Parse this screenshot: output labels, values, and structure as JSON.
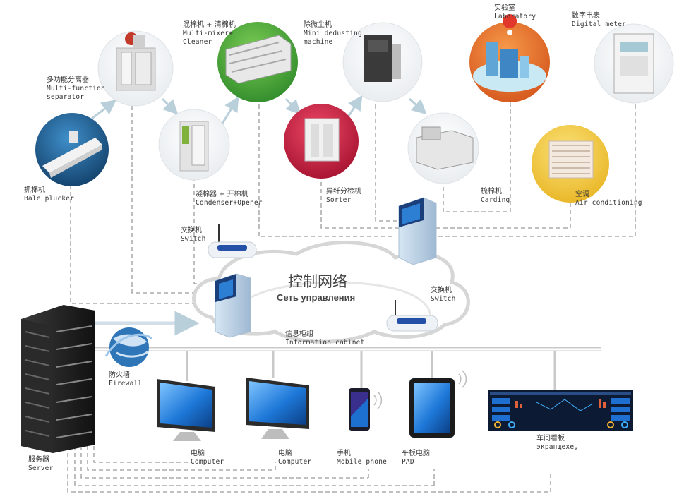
{
  "network": {
    "title_zh": "控制网络",
    "title_ru": "Сеть управления"
  },
  "machines": [
    {
      "id": "bale-plucker",
      "zh": "抓棉机",
      "en": "Bale plucker"
    },
    {
      "id": "multi-function-separator",
      "zh": "多功能分离器",
      "en_lines": [
        "Multi-function",
        "separator"
      ]
    },
    {
      "id": "condenser-opener",
      "zh": "凝棉器 + 开棉机",
      "en": "Condenser+Opener"
    },
    {
      "id": "multi-mixer-cleaner",
      "zh": "混棉机 + 清棉机",
      "en_lines": [
        "Multi-mixer+",
        "Cleaner"
      ]
    },
    {
      "id": "sorter",
      "zh": "异纤分检机",
      "en": "Sorter"
    },
    {
      "id": "mini-dedusting-machine",
      "zh": "除微尘机",
      "en_lines": [
        "Mini dedusting",
        "machine"
      ]
    },
    {
      "id": "carding",
      "zh": "梳棉机",
      "en": "Carding"
    },
    {
      "id": "laboratory",
      "zh": "实验室",
      "en": "Laboratory"
    },
    {
      "id": "digital-meter",
      "zh": "数字电表",
      "en": "Digital meter"
    },
    {
      "id": "air-conditioning",
      "zh": "空调",
      "en": "Air conditioning"
    }
  ],
  "infrastructure": [
    {
      "id": "switch-left",
      "zh": "交换机",
      "en": "Switch"
    },
    {
      "id": "switch-right",
      "zh": "交换机",
      "en": "Switch"
    },
    {
      "id": "information-cabinet",
      "zh": "信息柜组",
      "en": "Information cabinet"
    },
    {
      "id": "firewall",
      "zh": "防火墙",
      "en": "Firewall"
    },
    {
      "id": "server",
      "zh": "服务器",
      "en": "Server"
    }
  ],
  "terminals": [
    {
      "id": "computer-1",
      "zh": "电脑",
      "en": "Computer"
    },
    {
      "id": "computer-2",
      "zh": "电脑",
      "en": "Computer"
    },
    {
      "id": "mobile-phone",
      "zh": "手机",
      "en": "Mobile phone"
    },
    {
      "id": "pad",
      "zh": "平板电脑",
      "en": "PAD"
    },
    {
      "id": "workshop-board",
      "zh": "车间看板",
      "en": "экранщехе,"
    }
  ],
  "colors": {
    "line_dash": "#9a9a9a",
    "arrow": "#b9cfd9",
    "cloud_stroke": "#d6d6d6",
    "bale_circle": "#1f5f8f",
    "mixer_circle": "#4aa63a",
    "sorter_circle": "#c8203f",
    "lab_circle": "#e06a2a",
    "ac_circle": "#f0c63a",
    "screen_blue": "#1e78d8"
  }
}
